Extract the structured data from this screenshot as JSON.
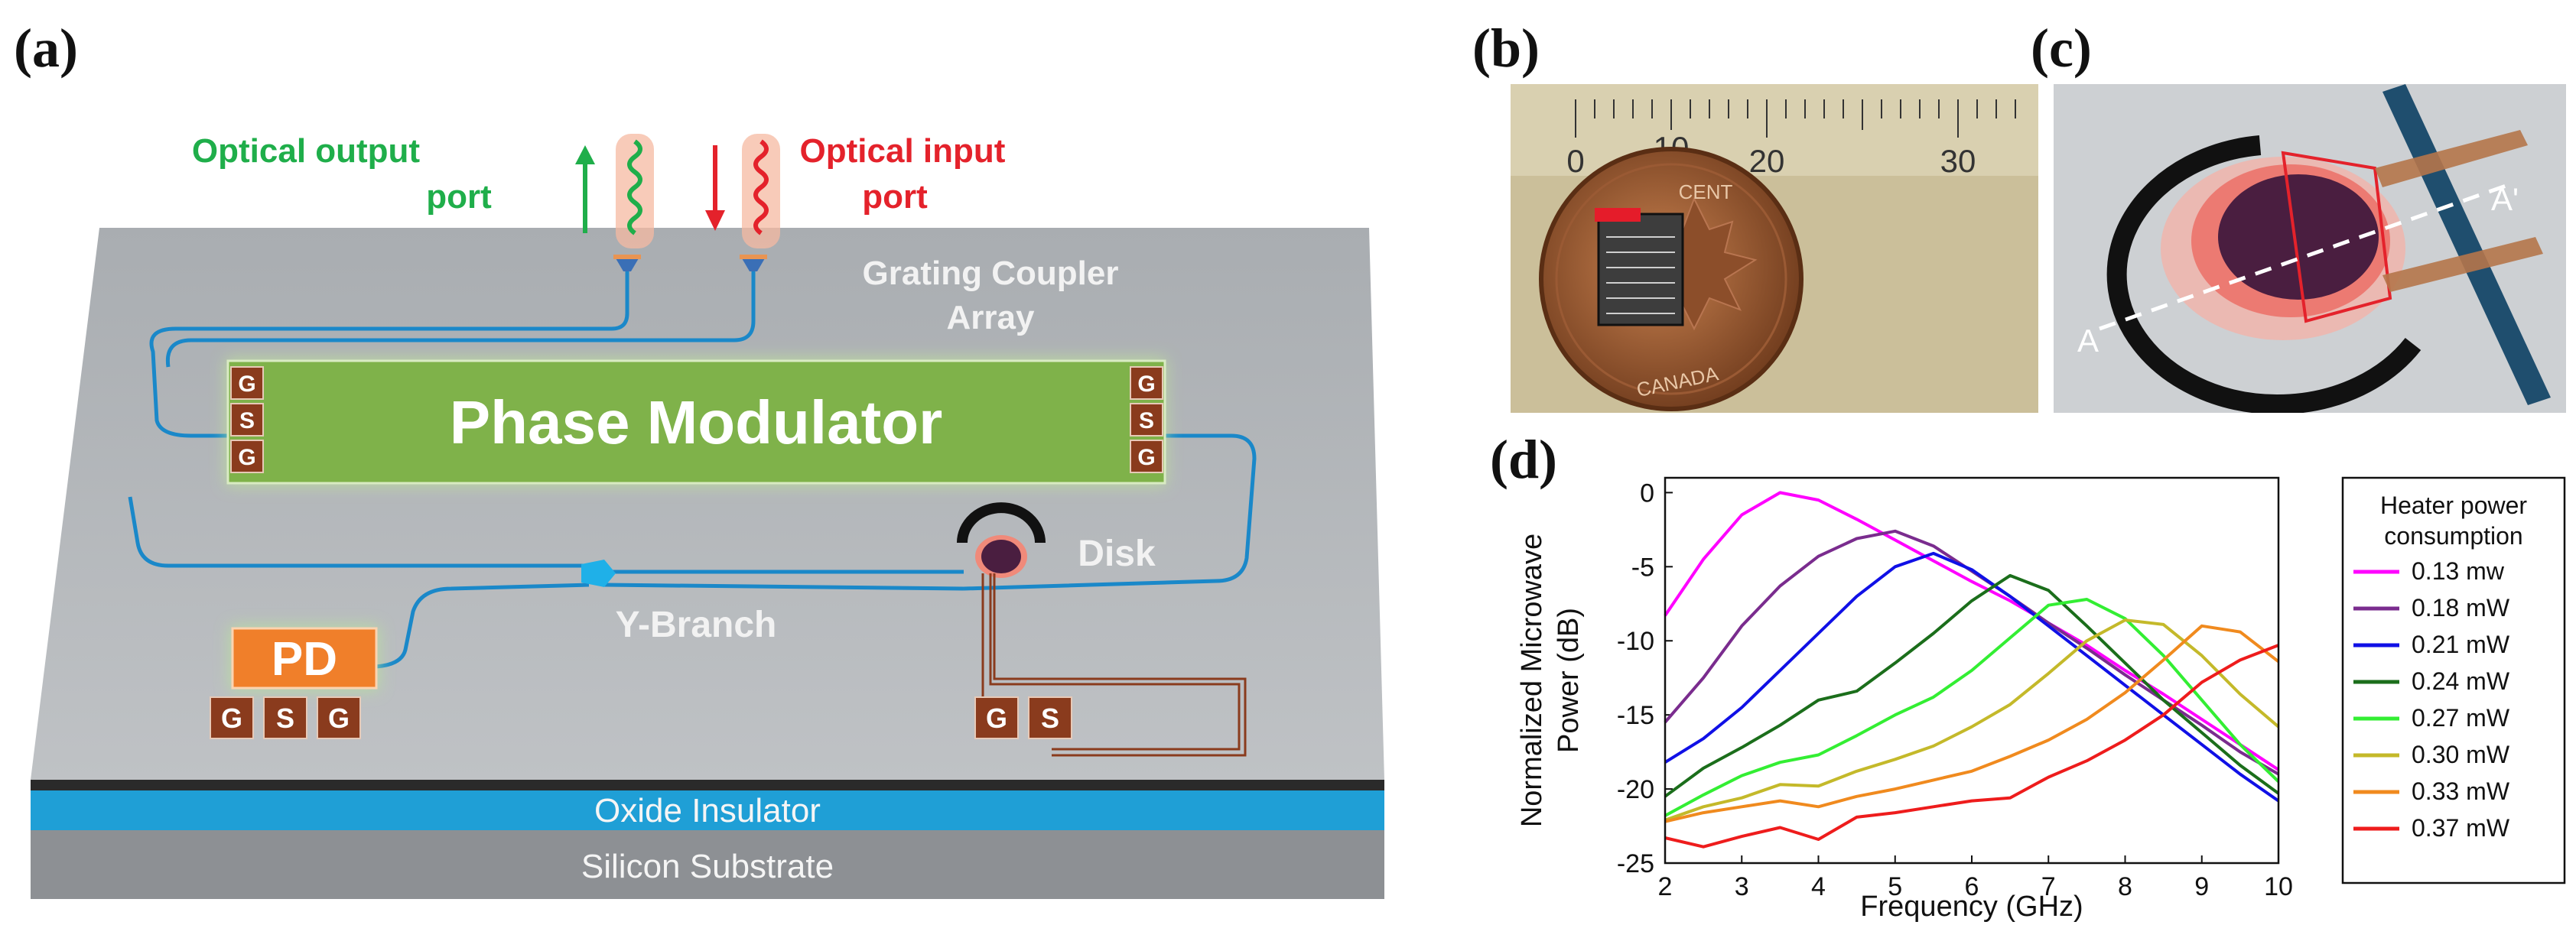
{
  "panels": {
    "a": "(a)",
    "b": "(b)",
    "c": "(c)",
    "d": "(d)"
  },
  "schematic": {
    "optical_output": [
      "Optical output",
      "port"
    ],
    "optical_input": [
      "Optical input",
      "port"
    ],
    "grating_coupler": [
      "Grating Coupler",
      "Array"
    ],
    "phase_modulator": "Phase Modulator",
    "disk": "Disk",
    "y_branch": "Y-Branch",
    "pd": "PD",
    "pads_left": [
      "G",
      "S",
      "G"
    ],
    "pads_right": [
      "G",
      "S",
      "G"
    ],
    "pads_pd": [
      "G",
      "S",
      "G"
    ],
    "pads_heater": [
      "G",
      "S"
    ],
    "oxide": "Oxide Insulator",
    "substrate": "Silicon Substrate",
    "colors": {
      "output": "#1fae4a",
      "input": "#e4222b",
      "modulator": "#7fb24a",
      "pd": "#f07f2a",
      "pad": "#8a3b1d"
    }
  },
  "photo": {
    "ruler_numbers": [
      "0",
      "10",
      "20",
      "30"
    ],
    "coin_text": [
      "CENT",
      "CANADA"
    ]
  },
  "disk_view": {
    "label_a": "A",
    "label_a_prime": "A'"
  },
  "chart_data": {
    "type": "line",
    "xlabel": "Frequency (GHz)",
    "ylabel": [
      "Normalized Microwave",
      "Power (dB)"
    ],
    "xlim": [
      2,
      10
    ],
    "ylim": [
      -25,
      1
    ],
    "xticks": [
      "2",
      "3",
      "4",
      "5",
      "6",
      "7",
      "8",
      "9",
      "10"
    ],
    "yticks": [
      "0",
      "-5",
      "-10",
      "-15",
      "-20",
      "-25"
    ],
    "grid": false,
    "legend_title": [
      "Heater power",
      "consumption"
    ],
    "legend_placement": "right-outside",
    "x": [
      2,
      2.5,
      3,
      3.5,
      4,
      4.5,
      5,
      5.5,
      6,
      6.5,
      7,
      7.5,
      8,
      8.5,
      9,
      9.5,
      10
    ],
    "series": [
      {
        "name": "0.13 mw",
        "color": "#ff00ff",
        "values": [
          -8.3,
          -4.5,
          -1.5,
          0,
          -0.5,
          -1.8,
          -3.2,
          -4.6,
          -6,
          -7.3,
          -8.8,
          -10.3,
          -12,
          -13.6,
          -15.3,
          -17,
          -18.7
        ]
      },
      {
        "name": "0.18 mW",
        "color": "#7a2c8e",
        "values": [
          -15.5,
          -12.5,
          -9,
          -6.3,
          -4.3,
          -3.1,
          -2.6,
          -3.6,
          -5.3,
          -7,
          -8.8,
          -10.5,
          -12.3,
          -14,
          -15.7,
          -17.5,
          -19
        ]
      },
      {
        "name": "0.21 mW",
        "color": "#1010e6",
        "values": [
          -18.2,
          -16.6,
          -14.5,
          -12,
          -9.5,
          -7,
          -5,
          -4.1,
          -5.2,
          -7,
          -9,
          -11,
          -13,
          -15,
          -17,
          -19,
          -20.8
        ]
      },
      {
        "name": "0.24 mW",
        "color": "#1b6e1b",
        "values": [
          -20.5,
          -18.6,
          -17.2,
          -15.7,
          -14,
          -13.4,
          -11.5,
          -9.5,
          -7.3,
          -5.6,
          -6.6,
          -9,
          -11.5,
          -14,
          -16.2,
          -18.4,
          -20.3
        ]
      },
      {
        "name": "0.27 mW",
        "color": "#33ee33",
        "values": [
          -21.8,
          -20.4,
          -19.1,
          -18.2,
          -17.7,
          -16.4,
          -15,
          -13.8,
          -12,
          -9.8,
          -7.6,
          -7.2,
          -8.5,
          -11,
          -14,
          -17,
          -19.5
        ]
      },
      {
        "name": "0.30 mW",
        "color": "#c4b92a",
        "values": [
          -22.1,
          -21.2,
          -20.6,
          -19.7,
          -19.8,
          -18.8,
          -18,
          -17.1,
          -15.8,
          -14.3,
          -12.2,
          -10,
          -8.6,
          -8.9,
          -11,
          -13.6,
          -15.8
        ]
      },
      {
        "name": "0.33 mW",
        "color": "#f08a1e",
        "values": [
          -22.2,
          -21.6,
          -21.2,
          -20.8,
          -21.2,
          -20.5,
          -20,
          -19.4,
          -18.8,
          -17.8,
          -16.7,
          -15.3,
          -13.5,
          -11.3,
          -9,
          -9.4,
          -11.4
        ]
      },
      {
        "name": "0.37 mW",
        "color": "#ee1c1c",
        "values": [
          -23.3,
          -23.9,
          -23.2,
          -22.6,
          -23.4,
          -21.9,
          -21.6,
          -21.2,
          -20.8,
          -20.6,
          -19.2,
          -18.1,
          -16.7,
          -15,
          -12.8,
          -11.3,
          -10.3
        ]
      }
    ]
  }
}
